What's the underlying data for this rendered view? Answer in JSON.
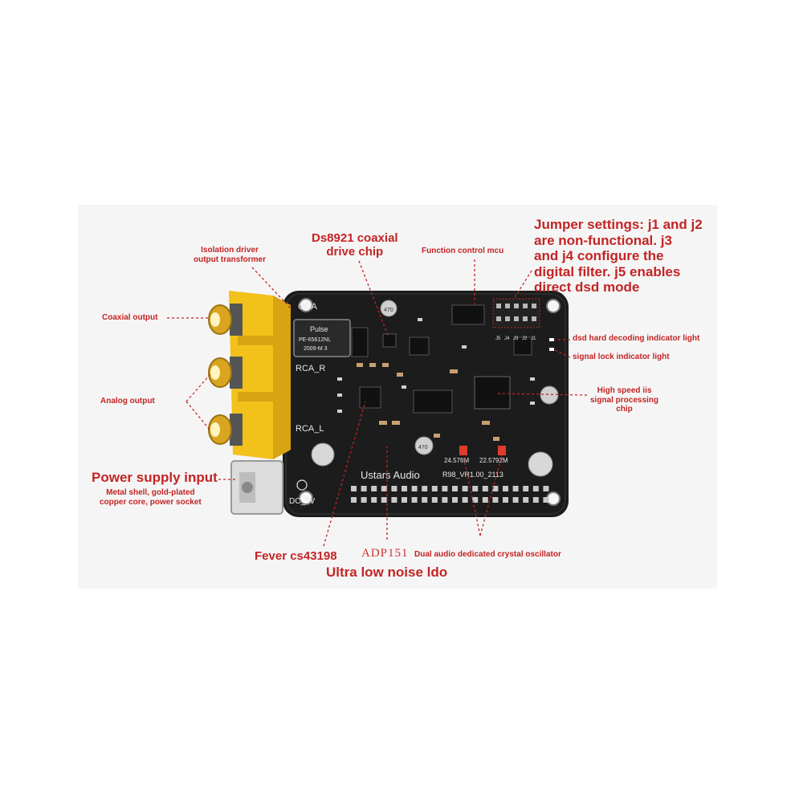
{
  "labels": {
    "isolation_transformer": [
      "Isolation driver",
      "output transformer"
    ],
    "ds8921": [
      "Ds8921 coaxial",
      "drive chip"
    ],
    "function_mcu": "Function control mcu",
    "jumper_settings": [
      "Jumper settings: j1 and j2",
      "are non-functional. j3",
      "and j4 configure the",
      "digital filter. j5 enables",
      "direct dsd mode"
    ],
    "coaxial_output": "Coaxial output",
    "dsd_indicator": "dsd hard decoding indicator light",
    "lock_indicator": "signal lock indicator light",
    "analog_output": "Analog output",
    "iis_chip": [
      "High speed iis",
      "signal processing",
      "chip"
    ],
    "power_input": "Power supply input",
    "power_socket": [
      "Metal shell, gold-plated",
      "copper core, power socket"
    ],
    "cs43198": "Fever cs43198",
    "adp151": "ADP151",
    "crystal": "Dual audio dedicated crystal oscillator",
    "ldo": "Ultra low noise ldo"
  },
  "board_silkscreen": {
    "coa": "COA",
    "rca_r": "RCA_R",
    "rca_l": "RCA_L",
    "brand": "Ustars Audio",
    "version": "R98_VR1.00_2113",
    "dc": "DC_5V",
    "freq1": "24.576M",
    "freq2": "22.5792M",
    "transformer": [
      "Pulse",
      "PE-65612NL",
      "2009-M 3"
    ],
    "cap": "470",
    "jumpers": [
      "J5",
      "J4",
      "J3",
      "J2",
      "J1"
    ]
  },
  "colors": {
    "annotation": "#c42424",
    "board": "#1c1c1c",
    "rca_yellow": "#f2c21a",
    "gold": "#d9a520",
    "panel": "#f5f5f5"
  }
}
